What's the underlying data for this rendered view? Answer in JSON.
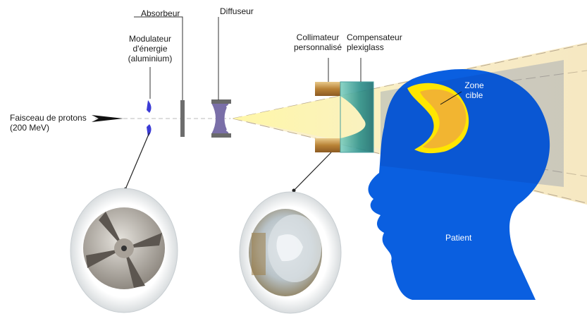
{
  "labels": {
    "beam_line1": "Faisceau de protons",
    "beam_line2": "(200 MeV)",
    "modulator_line1": "Modulateur",
    "modulator_line2": "d'énergie",
    "modulator_line3": "(aluminium)",
    "absorber": "Absorbeur",
    "diffuser": "Diffuseur",
    "collimator_line1": "Collimateur",
    "collimator_line2": "personnalisé",
    "compensator_line1": "Compensateur",
    "compensator_line2": "plexiglass",
    "target_line1": "Zone",
    "target_line2": "cible",
    "patient": "Patient"
  },
  "colors": {
    "head": "#0a5fe0",
    "beam_light": "#f7efc8",
    "beam_yellow": "#fbf08a",
    "target_orange": "#f2b531",
    "target_yellow": "#ffe600",
    "collimator": "#c79a4a",
    "compensator": "#2a8a8a",
    "modulator": "#3b3bd6",
    "diffuser": "#7a6fa8"
  }
}
